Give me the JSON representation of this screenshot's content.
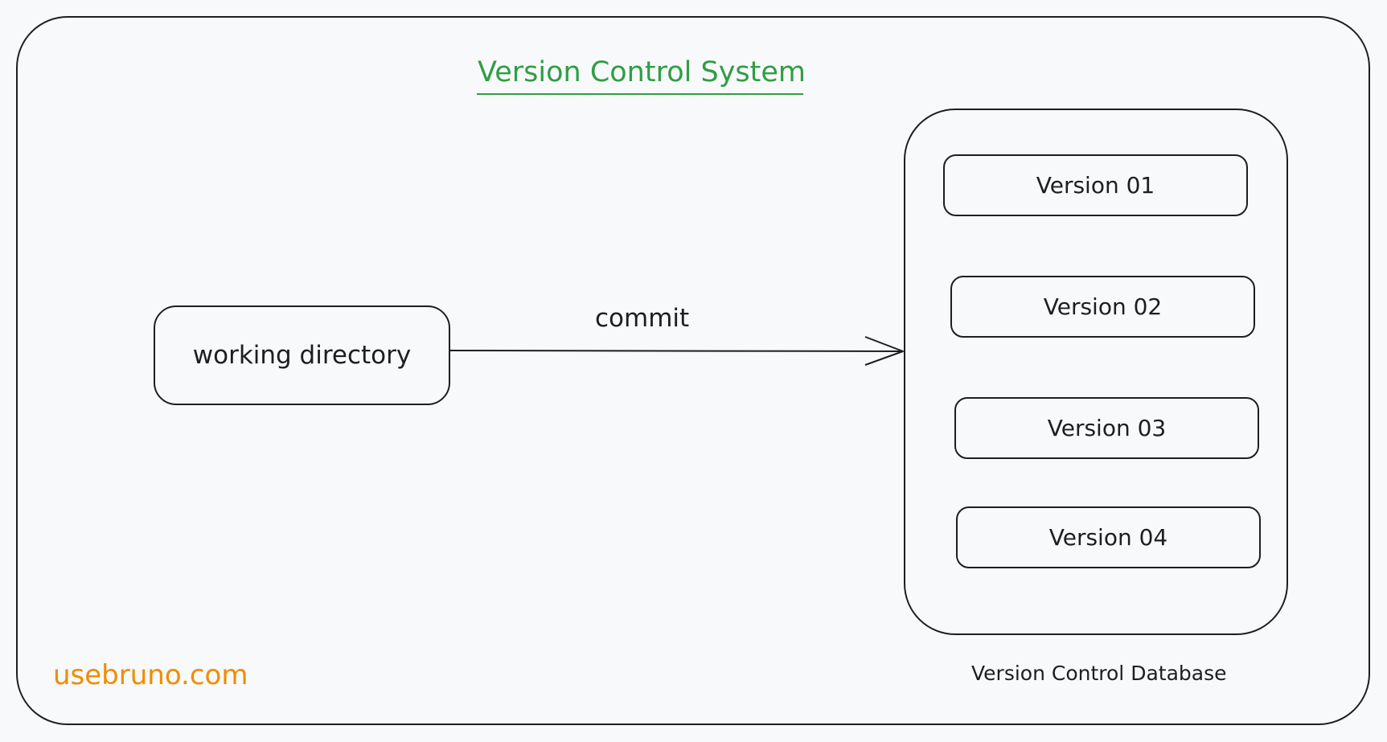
{
  "diagram": {
    "title": "Version Control System",
    "source_node": {
      "label": "working directory"
    },
    "edge": {
      "label": "commit"
    },
    "database": {
      "label": "Version Control Database",
      "versions": [
        {
          "label": "Version 01"
        },
        {
          "label": "Version 02"
        },
        {
          "label": "Version 03"
        },
        {
          "label": "Version 04"
        }
      ]
    },
    "brand": "usebruno.com"
  },
  "colors": {
    "background": "#f8f9fa",
    "stroke": "#1e1e1e",
    "title": "#2f9e44",
    "brand": "#f08c00"
  }
}
